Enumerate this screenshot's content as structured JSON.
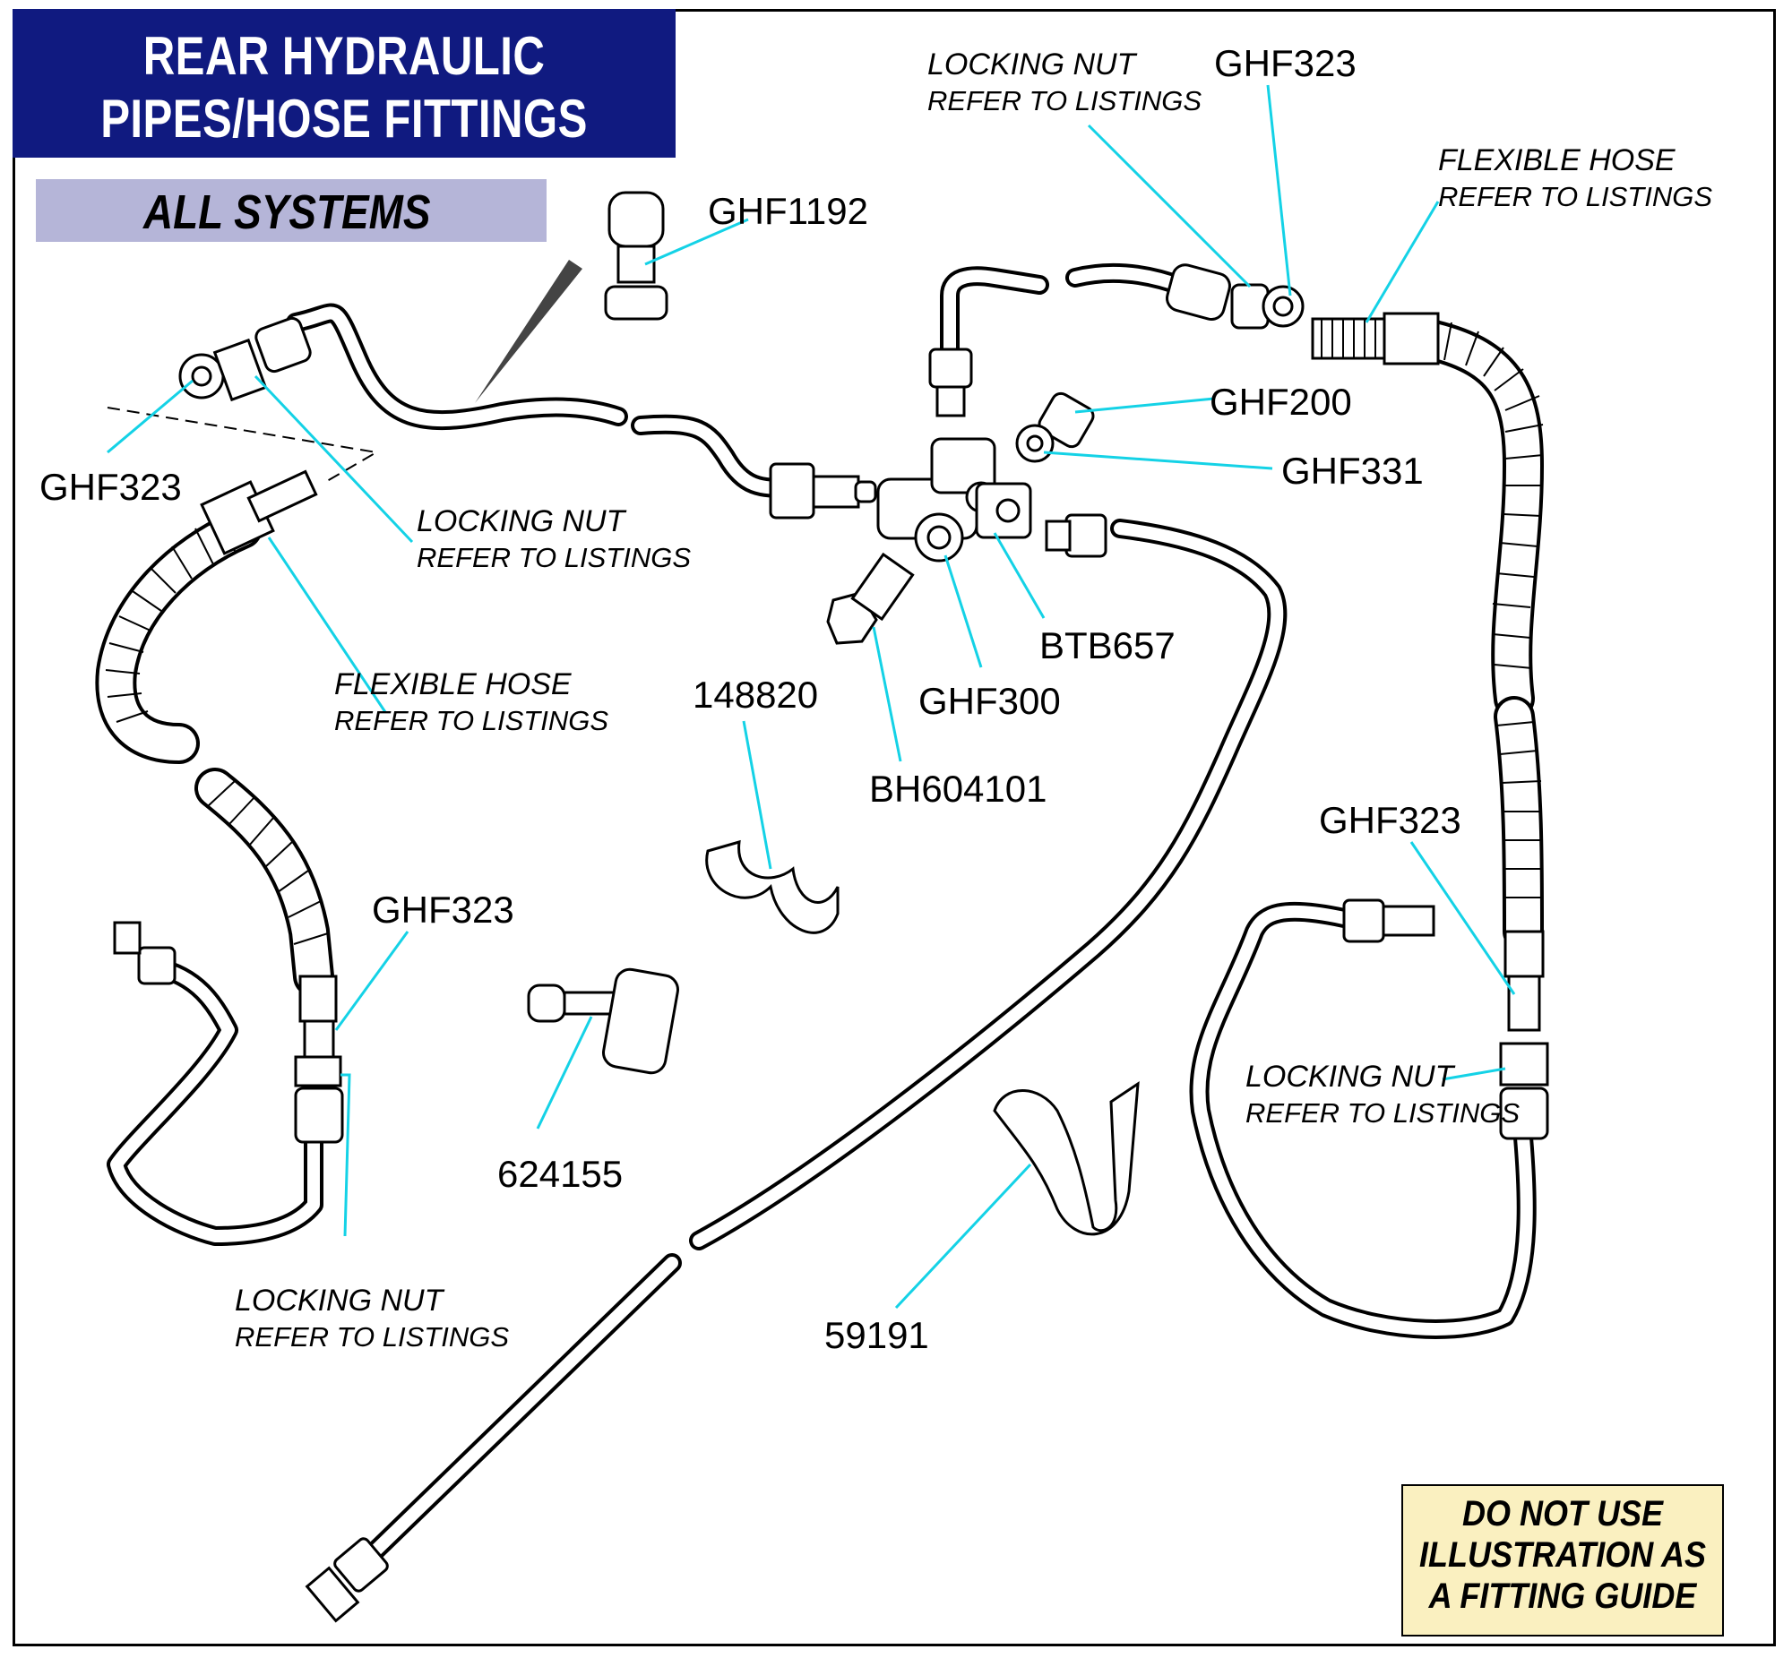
{
  "title": {
    "line1": "REAR HYDRAULIC",
    "line2": "PIPES/HOSE FITTINGS"
  },
  "subtitle": "ALL SYSTEMS",
  "warning": {
    "line1": "DO NOT USE",
    "line2": "ILLUSTRATION AS",
    "line3": "A FITTING GUIDE"
  },
  "colors": {
    "title_bg": "#101a80",
    "subtitle_bg": "#b5b5d8",
    "leader": "#14d2e6",
    "warning_bg": "#faf0c0"
  },
  "part_labels": {
    "ghf1192": "GHF1192",
    "ghf323_top": "GHF323",
    "ghf323_left": "GHF323",
    "ghf323_mid_left": "GHF323",
    "ghf323_right": "GHF323",
    "ghf200": "GHF200",
    "ghf331": "GHF331",
    "btb657": "BTB657",
    "ghf300": "GHF300",
    "bh604101": "BH604101",
    "p148820": "148820",
    "p624155": "624155",
    "p59191": "59191"
  },
  "notes": {
    "locking_nut_top": {
      "title": "LOCKING NUT",
      "sub": "REFER TO LISTINGS"
    },
    "flexible_hose_top_right": {
      "title": "FLEXIBLE HOSE",
      "sub": "REFER TO LISTINGS"
    },
    "locking_nut_center": {
      "title": "LOCKING NUT",
      "sub": "REFER TO LISTINGS"
    },
    "flexible_hose_left": {
      "title": "FLEXIBLE HOSE",
      "sub": "REFER TO LISTINGS"
    },
    "locking_nut_bottom_left": {
      "title": "LOCKING NUT",
      "sub": "REFER TO LISTINGS"
    },
    "locking_nut_right": {
      "title": "LOCKING NUT",
      "sub": "REFER TO LISTINGS"
    }
  }
}
